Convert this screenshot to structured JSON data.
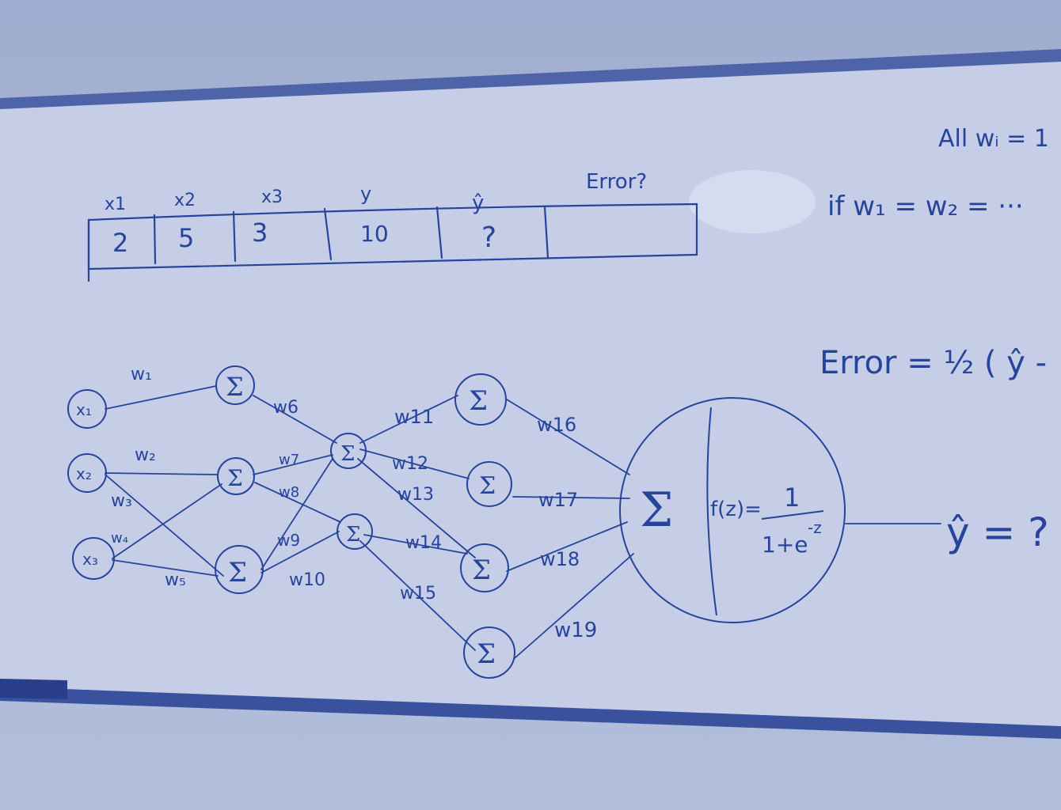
{
  "table": {
    "headers": [
      "x1",
      "x2",
      "x3",
      "y",
      "ŷ",
      "Error?"
    ],
    "values": [
      "2",
      "5",
      "3",
      "10",
      "?",
      ""
    ]
  },
  "notes": {
    "all_w": "All wᵢ = 1",
    "if_line": "if w₁ = w₂ = ···",
    "error_formula": "Error = ½ ( ŷ -",
    "yhat_result": "ŷ = ?"
  },
  "network": {
    "input_nodes": [
      "x₁",
      "x₂",
      "x₃"
    ],
    "sum_symbol": "Σ",
    "weights": [
      "w₁",
      "w₂",
      "w₃",
      "w₄",
      "w₅",
      "w6",
      "w7",
      "w8",
      "w9",
      "w10",
      "w11",
      "w12",
      "w13",
      "w14",
      "w15",
      "w16",
      "w17",
      "w18",
      "w19"
    ],
    "activation_lhs": "f(z)=",
    "activation_num": "1",
    "activation_den": "1+e",
    "activation_exp": "-z"
  },
  "colors": {
    "ink": "#27449b",
    "board": "#c4ccE6",
    "rail": "#5a6fb0"
  }
}
